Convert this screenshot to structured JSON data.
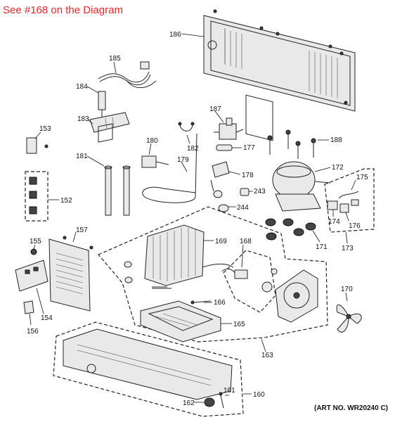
{
  "header": {
    "link_text": "See #168 on the Diagram",
    "link_color": "#e8262a"
  },
  "art_number": "(ART NO. WR20240 C)",
  "callouts": {
    "c186": "186",
    "c185": "185",
    "c184": "184",
    "c183": "183",
    "c153": "153",
    "c187": "187",
    "c188": "188",
    "c172": "172",
    "c177": "177",
    "c178": "178",
    "c180": "180",
    "c182": "182",
    "c181": "181",
    "c179": "179",
    "c152": "152",
    "c243": "243",
    "c244": "244",
    "c175": "175",
    "c174": "174",
    "c176": "176",
    "c173": "173",
    "c171": "171",
    "c155": "155",
    "c157": "157",
    "c169": "169",
    "c168": "168",
    "c154": "154",
    "c156": "156",
    "c166": "166",
    "c165": "165",
    "c170": "170",
    "c163": "163",
    "c160": "160",
    "c161": "161",
    "c162": "162"
  }
}
